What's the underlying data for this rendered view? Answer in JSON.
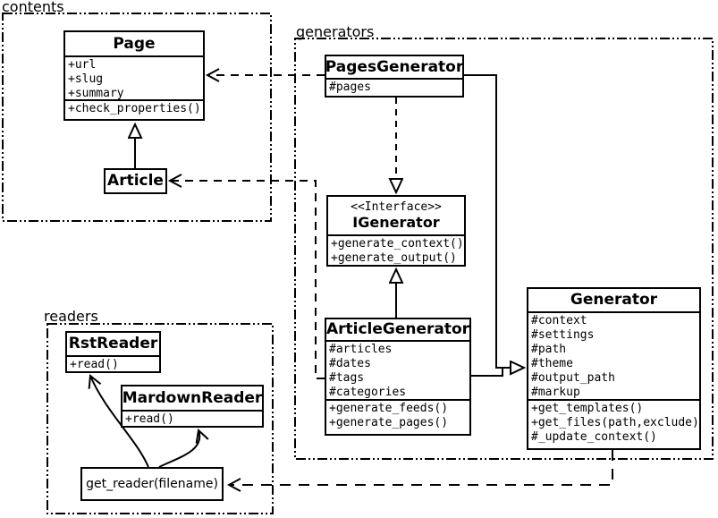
{
  "packages": {
    "contents": {
      "label": "contents"
    },
    "generators": {
      "label": "generators"
    },
    "readers": {
      "label": "readers"
    }
  },
  "classes": {
    "page": {
      "name": "Page",
      "attributes": [
        "+url",
        "+slug",
        "+summary"
      ],
      "methods": [
        "+check_properties()"
      ]
    },
    "article": {
      "name": "Article"
    },
    "pagesGenerator": {
      "name": "PagesGenerator",
      "attributes": [
        "#pages"
      ]
    },
    "iGenerator": {
      "stereotype": "<<Interface>>",
      "name": "IGenerator",
      "methods": [
        "+generate_context()",
        "+generate_output()"
      ]
    },
    "articleGenerator": {
      "name": "ArticleGenerator",
      "attributes": [
        "#articles",
        "#dates",
        "#tags",
        "#categories"
      ],
      "methods": [
        "+generate_feeds()",
        "+generate_pages()"
      ]
    },
    "generator": {
      "name": "Generator",
      "attributes": [
        "#context",
        "#settings",
        "#path",
        "#theme",
        "#output_path",
        "#markup"
      ],
      "methods": [
        "+get_templates()",
        "+get_files(path,exclude)",
        "#_update_context()"
      ]
    },
    "rstReader": {
      "name": "RstReader",
      "methods": [
        "+read()"
      ]
    },
    "mardownReader": {
      "name": "MardownReader",
      "methods": [
        "+read()"
      ]
    },
    "getReader": {
      "label": "get_reader(filename)"
    }
  },
  "relations": [
    {
      "from": "Article",
      "to": "Page",
      "type": "generalization"
    },
    {
      "from": "PagesGenerator",
      "to": "IGenerator",
      "type": "realization"
    },
    {
      "from": "ArticleGenerator",
      "to": "IGenerator",
      "type": "generalization"
    },
    {
      "from": "PagesGenerator",
      "to": "Generator",
      "type": "generalization"
    },
    {
      "from": "ArticleGenerator",
      "to": "Generator",
      "type": "generalization"
    },
    {
      "from": "PagesGenerator",
      "to": "Page",
      "type": "dependency"
    },
    {
      "from": "ArticleGenerator",
      "to": "Article",
      "type": "dependency"
    },
    {
      "from": "Generator",
      "to": "get_reader(filename)",
      "type": "dependency"
    },
    {
      "from": "get_reader(filename)",
      "to": "RstReader",
      "type": "arrow"
    },
    {
      "from": "get_reader(filename)",
      "to": "MardownReader",
      "type": "arrow"
    }
  ],
  "colors": {
    "line": "#000000",
    "background": "#ffffff"
  }
}
